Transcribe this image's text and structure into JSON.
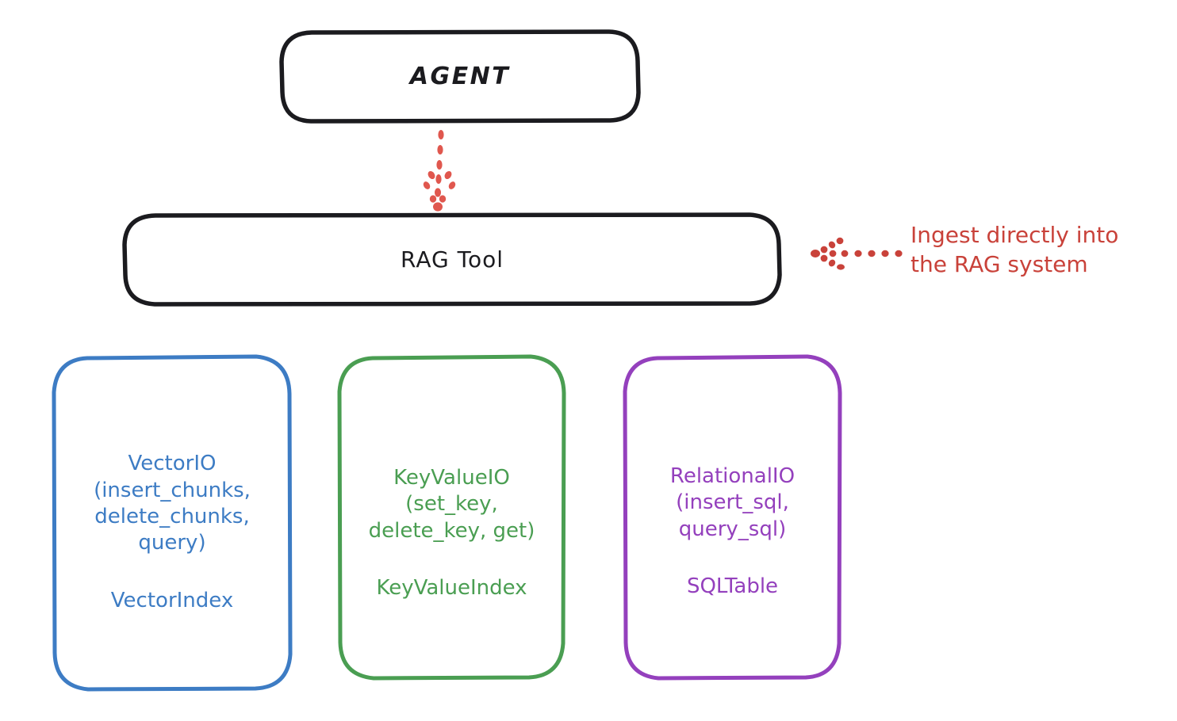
{
  "diagram": {
    "title_node": {
      "label": "AGENT"
    },
    "tool_node": {
      "label": "RAG Tool"
    },
    "annotation": {
      "text": "Ingest directly into\nthe RAG system",
      "color": "#c9423a",
      "arrow": "dotted-arrow-left-icon"
    },
    "flow_arrow": {
      "name": "dotted-arrow-down-icon",
      "color": "#e05a52",
      "from": "AGENT",
      "to": "RAG Tool"
    },
    "stores": [
      {
        "id": "vector",
        "title": "VectorIO\n(insert_chunks,\ndelete_chunks,\nquery)",
        "index": "VectorIndex",
        "color": "#3d7cc4"
      },
      {
        "id": "keyvalue",
        "title": "KeyValueIO\n(set_key,\ndelete_key, get)",
        "index": "KeyValueIndex",
        "color": "#4a9e52"
      },
      {
        "id": "relational",
        "title": "RelationalIO\n(insert_sql,\nquery_sql)",
        "index": "SQLTable",
        "color": "#9440bd"
      }
    ],
    "stroke_color": "#1b1b1f",
    "background": "#ffffff"
  }
}
